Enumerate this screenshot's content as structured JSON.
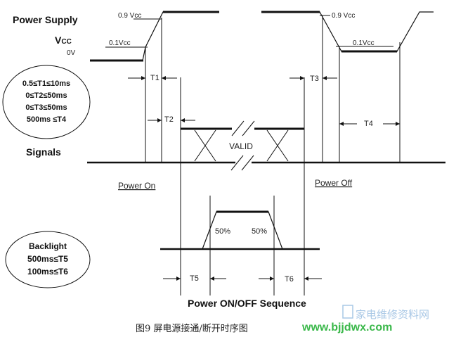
{
  "titles": {
    "power_supply": "Power Supply",
    "vcc_main": "V",
    "vcc_sub": "CC",
    "zero_v": "0V",
    "signals": "Signals",
    "sequence": "Power ON/OFF Sequence",
    "caption": "图9    屏电源接通/断开时序图"
  },
  "levels": {
    "v90_left": "0.9 Vcc",
    "v10_left": "0.1Vcc",
    "v90_right": "0.9 Vcc",
    "v10_right": "0.1Vcc"
  },
  "timing": {
    "t1": "T1",
    "t2": "T2",
    "t3": "T3",
    "t4": "T4",
    "t5": "T5",
    "t6": "T6"
  },
  "constraints": [
    "0.5≤T1≤10ms",
    "0≤T2≤50ms",
    "0≤T3≤50ms",
    "500ms ≤T4"
  ],
  "backlight": {
    "title": "Backlight",
    "c1": "500ms≤T5",
    "c2": "100ms≤T6",
    "pct_left": "50%",
    "pct_right": "50%"
  },
  "signals": {
    "valid": "VALID",
    "power_on": "Power On",
    "power_off": "Power Off"
  },
  "watermark": {
    "cn": "家电维修资料网",
    "url": "www.bjjdwx.com"
  }
}
